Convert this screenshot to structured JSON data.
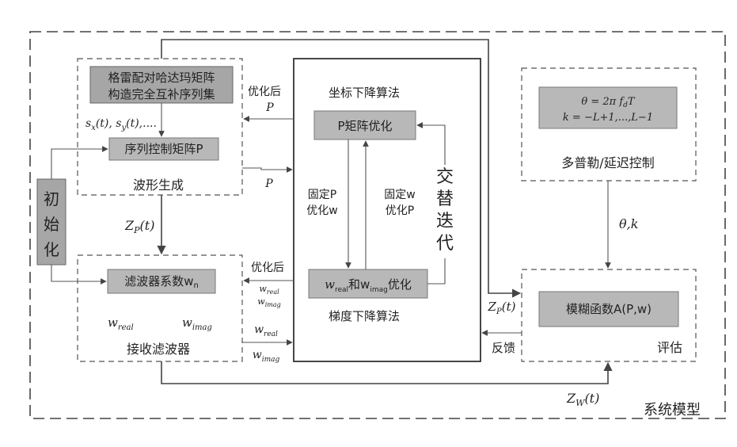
{
  "blocks": {
    "system_model": "系统模型",
    "init": [
      "初",
      "始",
      "化"
    ],
    "waveform": {
      "title": "波形生成",
      "ccs_line1": "格雷配对哈达玛矩阵",
      "ccs_line2": "构造完全互补序列集",
      "seq_label": "s",
      "seq_tail": "(t),  s",
      "seq_tail2": "(t),....",
      "seq_sub_x": "x",
      "seq_sub_y": "y",
      "matrix": "序列控制矩阵P"
    },
    "receiver": {
      "title": "接收滤波器",
      "filter": "滤波器系数w",
      "filter_sub": "n",
      "w_real": "w",
      "w_real_sub": "real",
      "w_imag": "w",
      "w_imag_sub": "imag"
    },
    "optimizer": {
      "coord_title": "坐标下降算法",
      "p_opt": "P矩阵优化",
      "grad_title": "梯度下降算法",
      "w_opt_pre": "w",
      "w_opt_and": "和w",
      "w_opt_post": "优化",
      "w_opt_sub1": "real",
      "w_opt_sub2": "imag",
      "fix_p_1": "固定P",
      "fix_p_2": "优化w",
      "fix_w_1": "固定w",
      "fix_w_2": "优化P",
      "alt": [
        "交",
        "替",
        "迭",
        "代"
      ]
    },
    "doppler": {
      "title": "多普勒/延迟控制",
      "eq1": "θ = 2π f",
      "eq1_sub": "d",
      "eq1_tail": "T",
      "eq2": "k = −L+1,...,L−1"
    },
    "evaluation": {
      "title": "评估",
      "ambiguity": "模糊函数A(P,w)"
    }
  },
  "edges": {
    "optimized_p_1": "优化后",
    "optimized_p_2": "P",
    "p": "P",
    "zp_left": "Z",
    "zp_sub": "P",
    "zp_tail": "(t)",
    "optimized_w": "优化后",
    "w": "w",
    "sub_real": "real",
    "sub_imag": "imag",
    "zp_right": "Z",
    "feedback": "反馈",
    "theta_k": "θ,k",
    "zw": "Z",
    "zw_sub": "W",
    "zw_tail": "(t)"
  }
}
